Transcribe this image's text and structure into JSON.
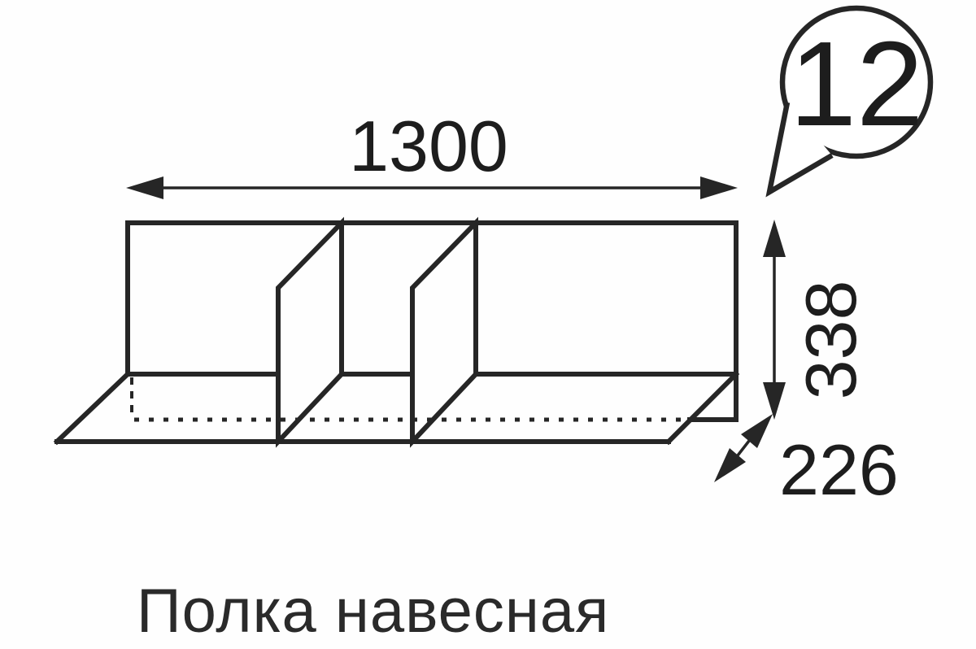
{
  "diagram": {
    "caption": "Полка навесная",
    "callout": {
      "number": "12"
    },
    "dimensions": {
      "width_label": "1300",
      "height_label": "338",
      "depth_label": "226"
    },
    "parts": {
      "back_panel": "back-panel",
      "divider_left": "divider-left",
      "divider_right": "divider-right",
      "bottom_shelf": "bottom-shelf"
    },
    "colors": {
      "line": "#262626",
      "text": "#1d1d1d",
      "background": "#ffffff"
    }
  }
}
